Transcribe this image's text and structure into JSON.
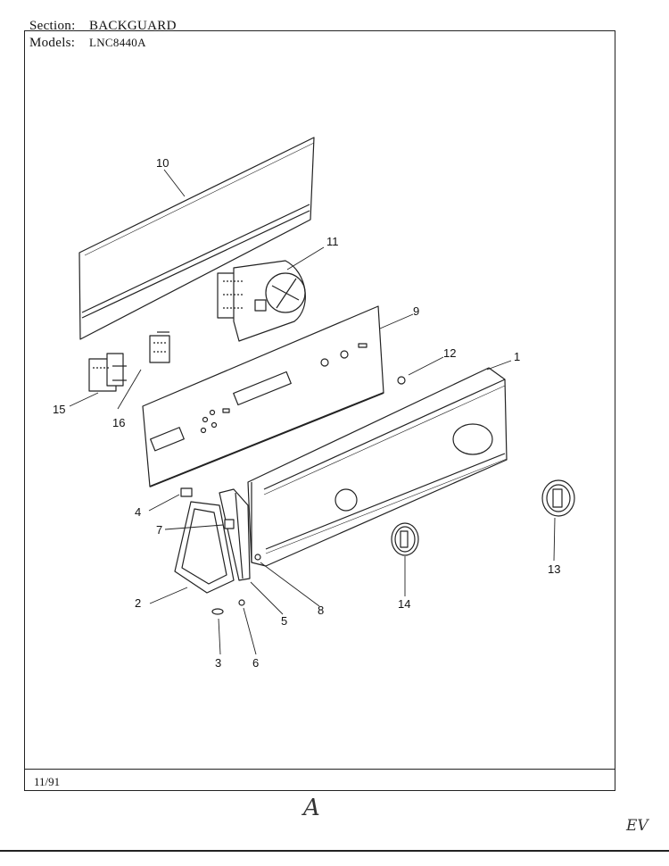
{
  "header": {
    "section_label": "Section:",
    "section_value": "BACKGUARD",
    "models_label": "Models:",
    "models_value": "LNC8440A"
  },
  "footer": {
    "date": "11/91",
    "handwritten_mark": "A",
    "corner_mark": "EV"
  },
  "callouts": [
    "1",
    "2",
    "3",
    "4",
    "5",
    "6",
    "7",
    "8",
    "9",
    "10",
    "11",
    "12",
    "13",
    "14",
    "15",
    "16"
  ]
}
